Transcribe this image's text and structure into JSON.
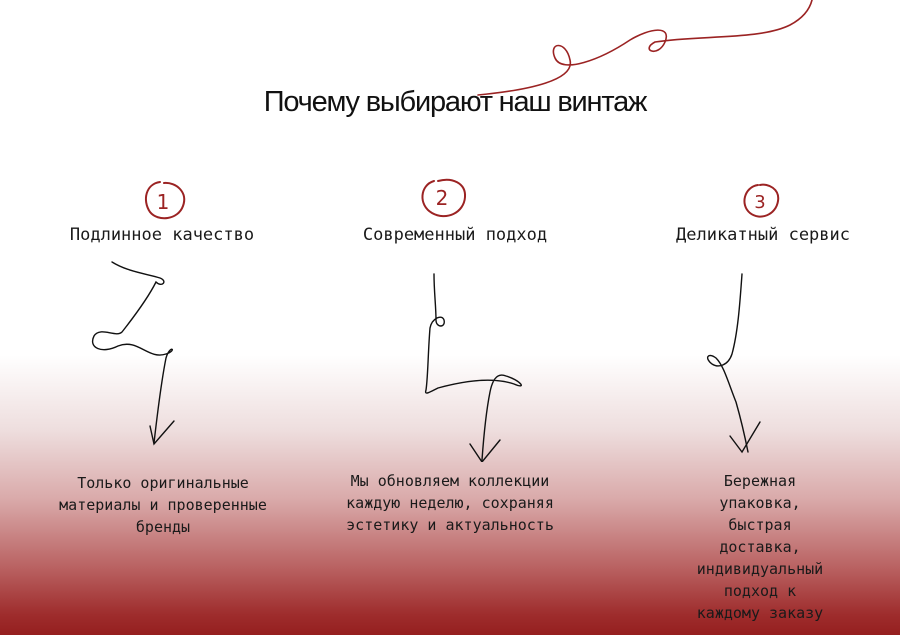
{
  "title": "Почему выбирают наш винтаж",
  "accent_color": "#9b2323",
  "features": [
    {
      "number": "1",
      "heading": "Подлинное качество",
      "description_lines": [
        "Только оригинальные",
        "материалы и проверенные",
        "бренды"
      ]
    },
    {
      "number": "2",
      "heading": "Современный подход",
      "description_lines": [
        "Мы обновляем коллекции",
        "каждую неделю, сохраняя",
        "эстетику и актуальность"
      ]
    },
    {
      "number": "3",
      "heading": "Деликатный сервис",
      "description_lines": [
        "Бережная упаковка, быстрая",
        "доставка, индивидуальный",
        "подход к каждому заказу"
      ]
    }
  ]
}
